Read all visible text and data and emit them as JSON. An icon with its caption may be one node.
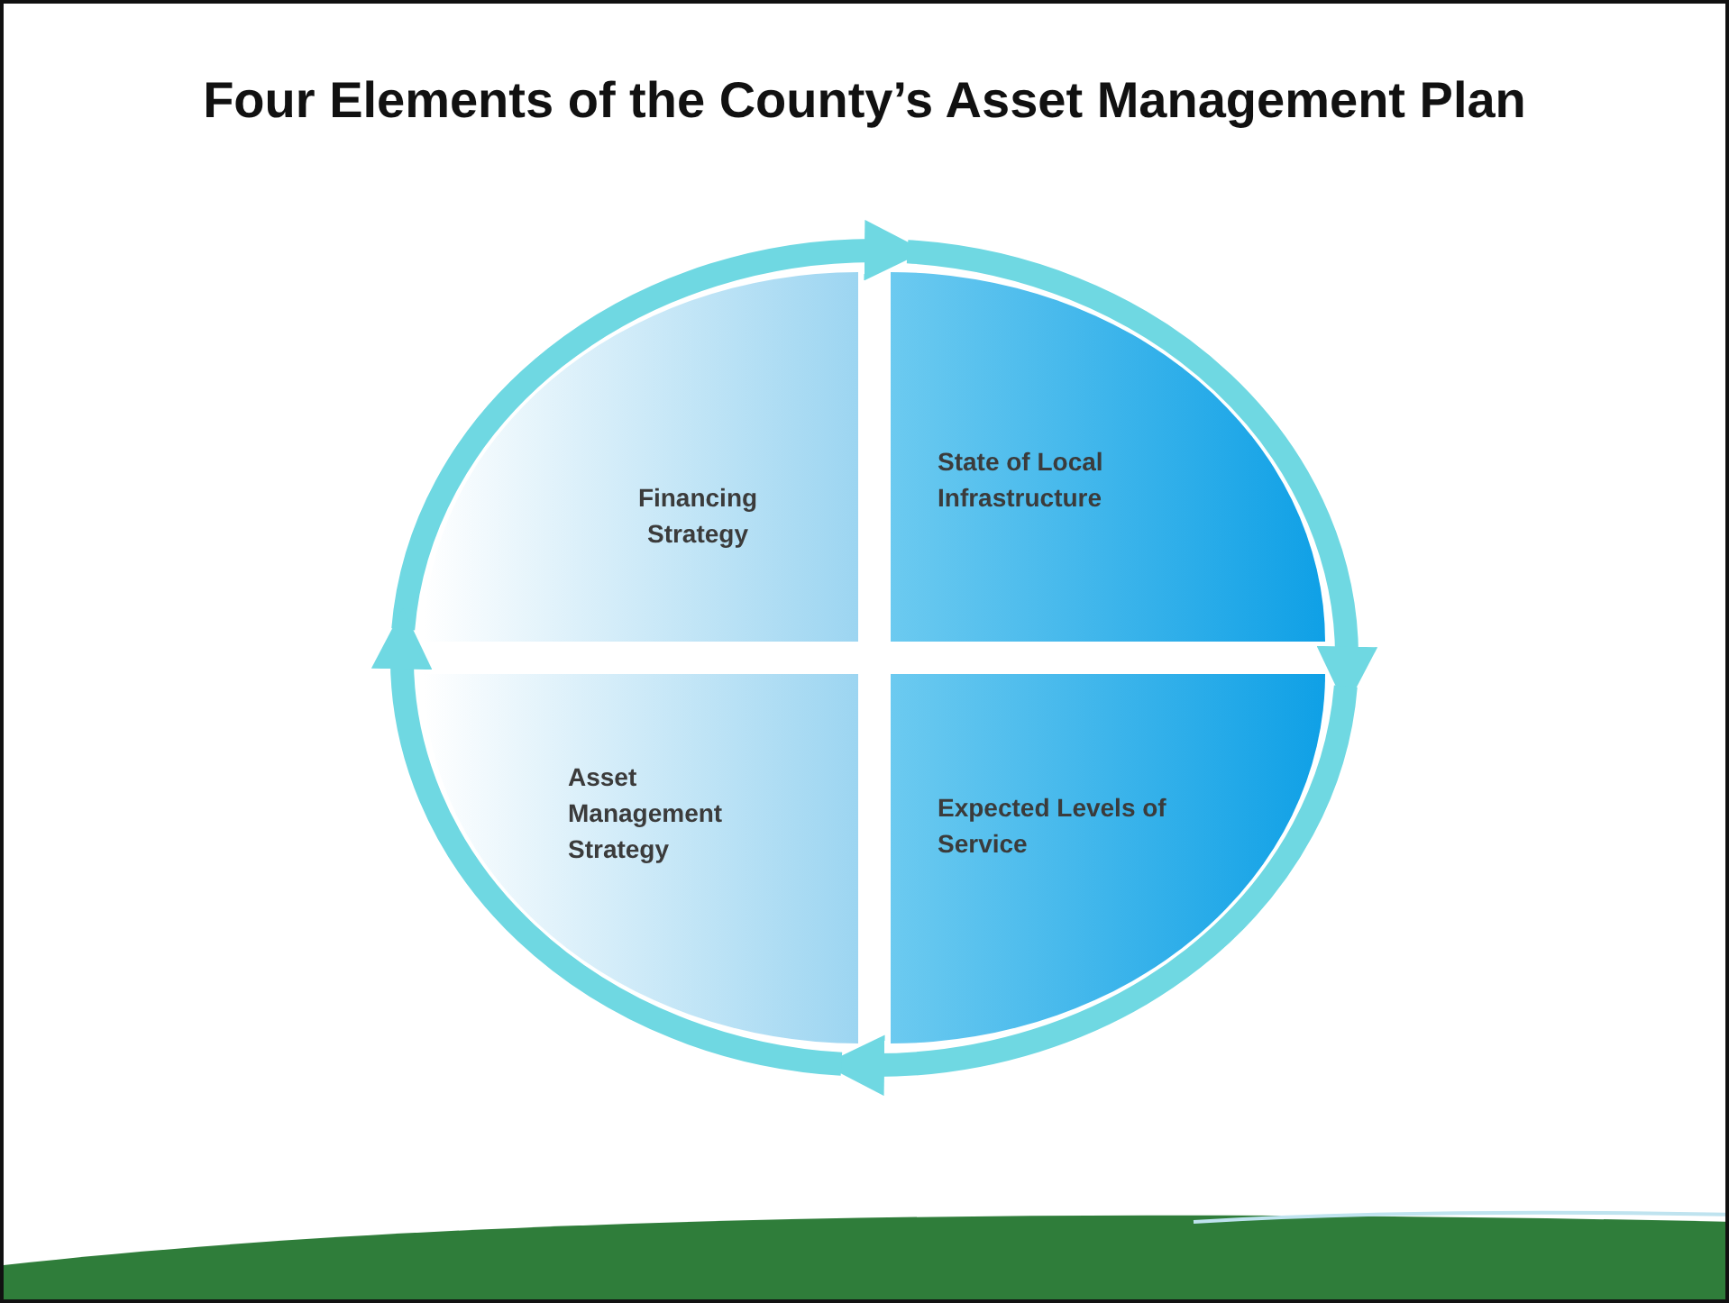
{
  "diagram": {
    "title": "Four Elements of the County’s Asset Management Plan",
    "nodes": [
      {
        "text": [
          "Financing Strategy"
        ]
      },
      {
        "text": [
          "State of Local Infrastructure"
        ]
      },
      {
        "text": [
          "Asset Management Strategy"
        ]
      },
      {
        "text": [
          "Expected Levels of Service"
        ]
      }
    ],
    "edges": [
      {
        "from": 0,
        "to": 1,
        "arrow": "to"
      },
      {
        "from": 1,
        "to": 3,
        "arrow": "to"
      },
      {
        "from": 3,
        "to": 2,
        "arrow": "to"
      },
      {
        "from": 2,
        "to": 0,
        "arrow": "to"
      }
    ]
  }
}
